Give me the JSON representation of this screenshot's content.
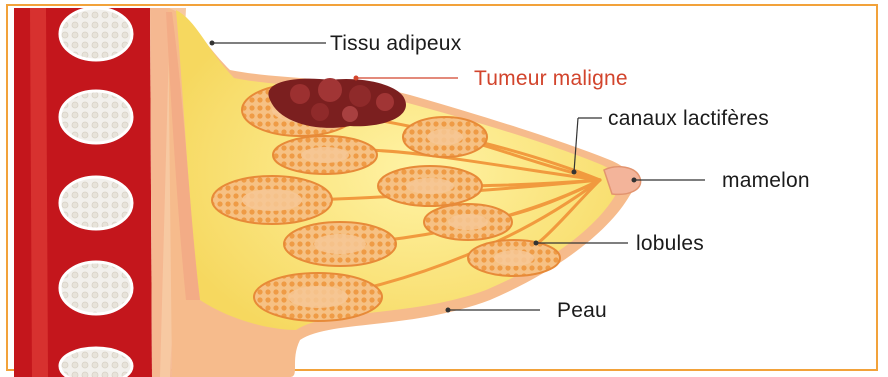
{
  "labels": {
    "fat": "Tissu adipeux",
    "tumor": "Tumeur maligne",
    "ducts": "canaux lactifères",
    "nipple": "mamelon",
    "lobules": "lobules",
    "skin": "Peau"
  },
  "colors": {
    "frame": "#f2a23a",
    "artery": "#c4161c",
    "fat": "#fbe57a",
    "skin": "#f6bb8c",
    "lobule": "#ef9b45",
    "tumor": "#8a2a2a",
    "duct": "#f19a3e",
    "danger_text": "#d2442c"
  }
}
